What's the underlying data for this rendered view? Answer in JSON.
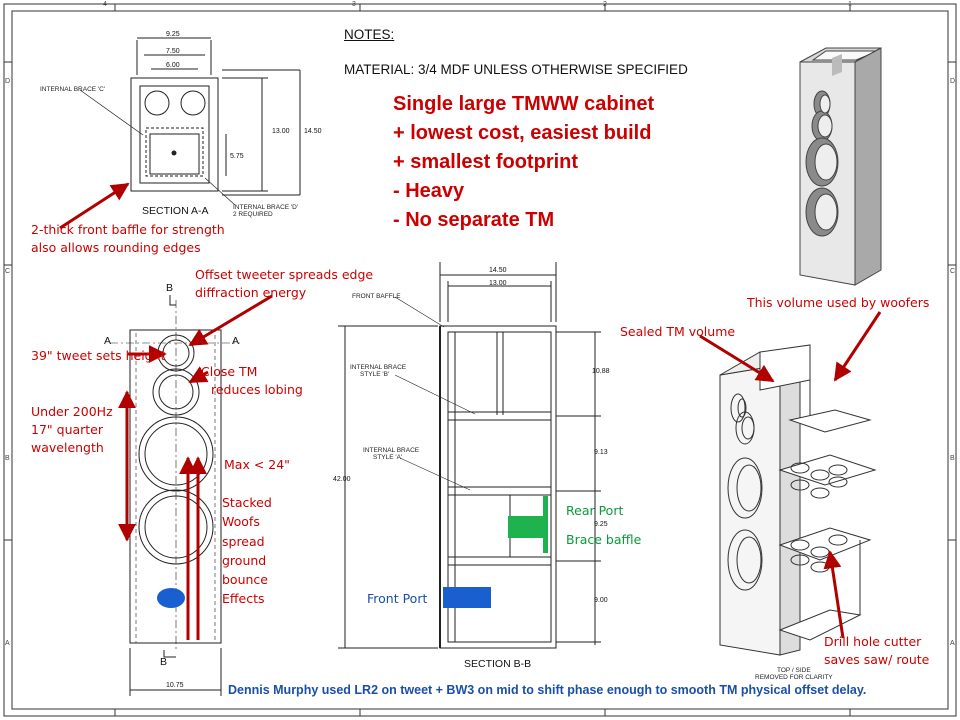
{
  "grid": {
    "top": [
      "4",
      "3",
      "2",
      "1"
    ],
    "left": [
      "D",
      "C",
      "B",
      "A"
    ]
  },
  "notes": {
    "heading": "NOTES:",
    "material": "MATERIAL: 3/4 MDF UNLESS OTHERWISE SPECIFIED"
  },
  "summary": {
    "title": "Single large TMWW cabinet",
    "lines": [
      "+ lowest cost, easiest build",
      "+ smallest footprint",
      "- Heavy",
      "- No separate  TM"
    ]
  },
  "section_aa": {
    "label": "SECTION  A-A",
    "dims": [
      "9.25",
      "7.50",
      "6.00",
      "13.00",
      "14.50",
      "5.75"
    ],
    "brace_c": "INTERNAL BRACE 'C'",
    "brace_d": [
      "INTERNAL BRACE 'D'",
      "2 REQUIRED"
    ]
  },
  "section_bb": {
    "label": "SECTION  B-B",
    "dims_top": [
      "14.50",
      "13.00"
    ],
    "dims_right": [
      "10.88",
      "9.13",
      "9.25",
      "9.00"
    ],
    "dim_height": "42.00",
    "front_baffle": "FRONT BAFFLE",
    "brace_b": [
      "INTERNAL BRACE",
      "STYLE 'B'"
    ],
    "brace_a": [
      "INTERNAL BRACE",
      "STYLE 'A'"
    ]
  },
  "front_view": {
    "width": "10.75",
    "section_marks": [
      "A",
      "A",
      "B",
      "B"
    ]
  },
  "iso_note": [
    "TOP / SIDE",
    "REMOVED FOR CLARITY"
  ],
  "annotations": {
    "baffle": [
      "2-thick front baffle for strength",
      "also allows rounding edges"
    ],
    "tweeter_offset": [
      "Offset tweeter spreads edge",
      "diffraction energy"
    ],
    "tweet_height": "39\" tweet sets height",
    "close_tm": [
      "Close TM",
      "reduces lobing"
    ],
    "under200": [
      "Under 200Hz",
      "17\" quarter",
      "wavelength"
    ],
    "max24": "Max < 24\"",
    "stacked": [
      "Stacked",
      "Woofs",
      "spread",
      "ground",
      "bounce",
      "Effects"
    ],
    "rear_port": "Rear Port",
    "brace_baffle": "Brace baffle",
    "front_port": "Front Port",
    "sealed_tm": "Sealed TM volume",
    "woofer_volume": "This volume used by woofers",
    "drill": [
      "Drill hole cutter",
      "saves saw/ route"
    ]
  },
  "footer": "Dennis Murphy used LR2 on tweet + BW3 on mid to shift phase enough to smooth TM physical offset delay.",
  "colors": {
    "red": "#cc0000",
    "green": "#0a9a3a",
    "blue": "#1a4fa8"
  }
}
